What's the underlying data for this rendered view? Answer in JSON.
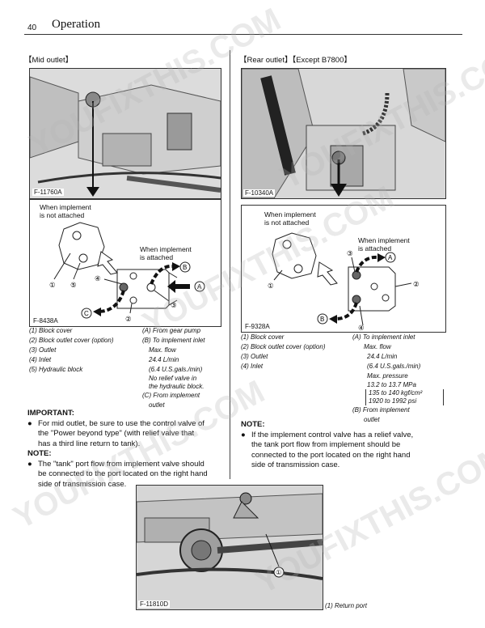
{
  "header": {
    "page_number": "40",
    "title": "Operation"
  },
  "mid": {
    "heading": "【Mid outlet】",
    "photo_id": "F-11760A",
    "diagram_id": "F-8438A",
    "not_attached": [
      "When implement",
      "is not attached"
    ],
    "attached": [
      "When implement",
      "is attached"
    ],
    "callouts": [
      "①",
      "⑤",
      "④",
      "③",
      "②",
      "A",
      "B",
      "C"
    ],
    "legend_left": [
      "(1) Block cover",
      "(2) Block outlet cover (option)",
      "(3) Outlet",
      "(4) Inlet",
      "(5) Hydraulic block"
    ],
    "legend_right": [
      "(A) From gear pump",
      "(B) To implement inlet",
      "Max. flow",
      "24.4 L/min",
      "(6.4 U.S.gals./min)",
      "No relief valve in",
      "the hydraulic block.",
      "(C) From implement",
      "outlet"
    ]
  },
  "rear": {
    "heading": "【Rear outlet】【Except B7800】",
    "photo_id": "F-10340A",
    "diagram_id": "F-9328A",
    "not_attached": [
      "When implement",
      "is not attached"
    ],
    "attached": [
      "When implement",
      "is attached"
    ],
    "callouts": [
      "①",
      "③",
      "②",
      "④",
      "A",
      "B"
    ],
    "legend_left": [
      "(1) Block cover",
      "(2) Block outlet cover (option)",
      "(3) Outlet",
      "(4) Inlet"
    ],
    "legend_right": [
      "(A) To implement inlet",
      "Max. flow",
      "24.4 L/min",
      "(6.4 U.S.gals./min)",
      "Max. pressure",
      "13.2 to 13.7 MPa",
      "135 to 140 kgf/cm²",
      "1920 to 1992 psi",
      "(B) From implement",
      "outlet"
    ]
  },
  "important": {
    "title": "IMPORTANT:",
    "bullet": [
      "For mid outlet, be sure to use the control valve of",
      "the \"Power beyond type\" (with relief valve that",
      "has a third line return to tank)."
    ]
  },
  "note_left": {
    "title": "NOTE:",
    "bullet": [
      "The \"tank\" port flow from implement valve should",
      "be connected to the port located on the right hand",
      "side of transmission case."
    ]
  },
  "note_right": {
    "title": "NOTE:",
    "bullet": [
      "If the implement control valve has a relief valve,",
      "the tank port flow from implement should be",
      "connected to the port located on the right hand",
      "side of transmission case."
    ]
  },
  "bottom": {
    "photo_id": "F-11810D",
    "callout": "①",
    "legend": "(1) Return port"
  },
  "watermark": "YOUFIXTHIS.COM"
}
